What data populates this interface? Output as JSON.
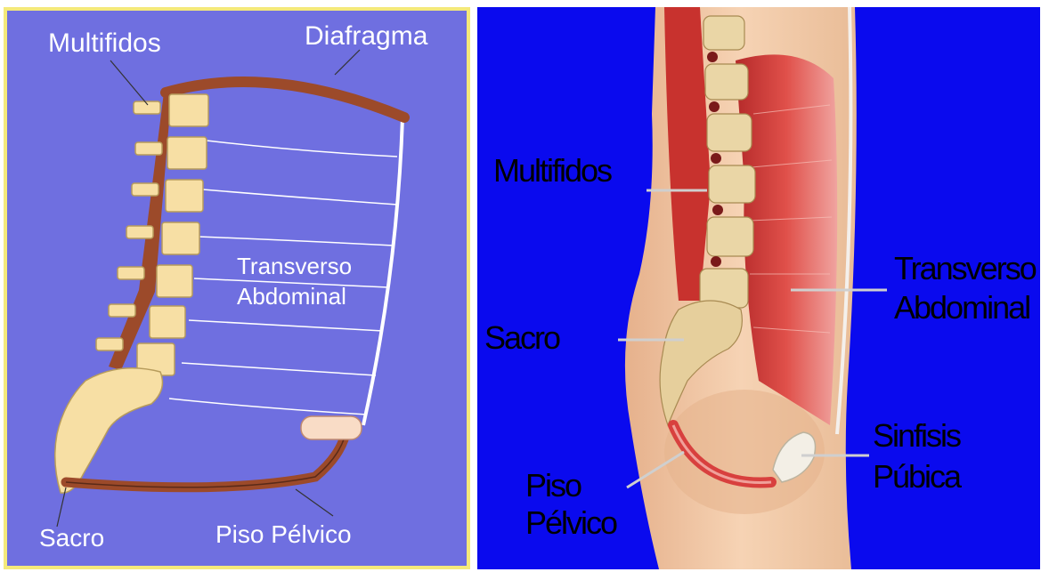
{
  "left_diagram": {
    "labels": {
      "multifidos": "Multifidos",
      "diafragma": "Diafragma",
      "transverso": "Transverso",
      "abdominal": "Abdominal",
      "sacro": "Sacro",
      "piso_pelvico": "Piso Pélvico"
    },
    "colors": {
      "background": "#6f6fe0",
      "border": "#f4e97a",
      "muscle": "#9c4a2a",
      "bone": "#f7dfa4"
    }
  },
  "right_diagram": {
    "labels": {
      "multifidos": "Multifidos",
      "transverso": "Transverso",
      "abdominal": "Abdominal",
      "sacro": "Sacro",
      "sinfisis": "Sinfisis",
      "pubica": "Púbica",
      "piso": "Piso",
      "pelvico": "Pélvico"
    },
    "colors": {
      "background": "#0a0aee",
      "skin": "#f1c6a2",
      "muscle": "#d8403e",
      "bone": "#ead6a6"
    }
  }
}
